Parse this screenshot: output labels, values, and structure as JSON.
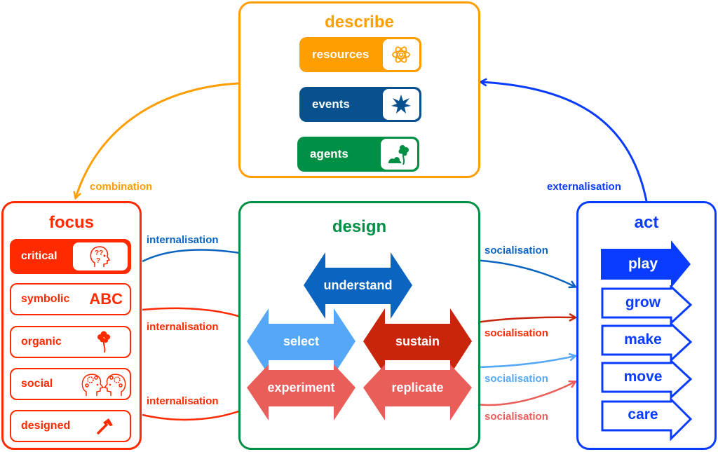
{
  "colors": {
    "orange": "#ff9e00",
    "red": "#ff2a00",
    "green": "#009045",
    "blue": "#0a3cff",
    "dark_blue": "#08518e",
    "mid_blue": "#0a64c0",
    "light_blue": "#55a8f8",
    "dark_red": "#c8250a",
    "salmon": "#ea5e5a"
  },
  "describe": {
    "title": "describe",
    "items": [
      {
        "label": "resources",
        "icon": "atom-icon"
      },
      {
        "label": "events",
        "icon": "star-burst-icon"
      },
      {
        "label": "agents",
        "icon": "cloud-tree-icon"
      }
    ]
  },
  "focus": {
    "title": "focus",
    "items": [
      {
        "label": "critical",
        "icon": "head-question-icon",
        "selected": true
      },
      {
        "label": "symbolic",
        "icon_text": "ABC",
        "icon": "abc-text-icon"
      },
      {
        "label": "organic",
        "icon": "tree-icon"
      },
      {
        "label": "social",
        "icon": "two-heads-gears-icon"
      },
      {
        "label": "designed",
        "icon": "hammer-icon"
      }
    ]
  },
  "design": {
    "title": "design",
    "items": [
      {
        "label": "understand"
      },
      {
        "label": "select"
      },
      {
        "label": "sustain"
      },
      {
        "label": "experiment"
      },
      {
        "label": "replicate"
      }
    ]
  },
  "act": {
    "title": "act",
    "items": [
      {
        "label": "play",
        "selected": true
      },
      {
        "label": "grow"
      },
      {
        "label": "make"
      },
      {
        "label": "move"
      },
      {
        "label": "care"
      }
    ]
  },
  "flows": {
    "combination": "combination",
    "externalisation": "externalisation",
    "internalisation_1": "internalisation",
    "internalisation_2": "internalisation",
    "internalisation_3": "internalisation",
    "socialisation_1": "socialisation",
    "socialisation_2": "socialisation",
    "socialisation_3": "socialisation",
    "socialisation_4": "socialisation"
  }
}
